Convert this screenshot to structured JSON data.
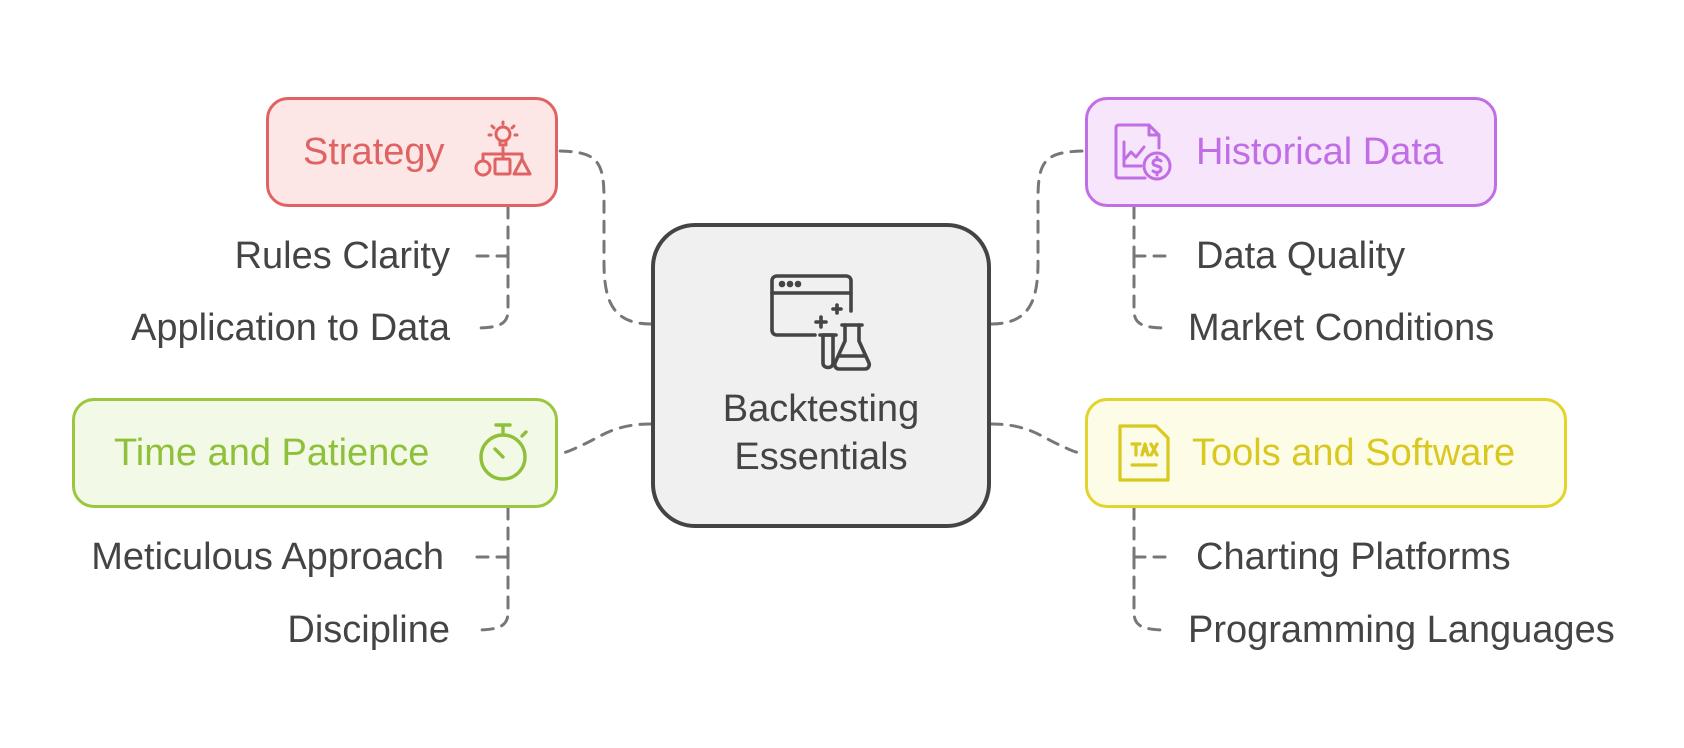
{
  "center": {
    "title_line1": "Backtesting",
    "title_line2": "Essentials",
    "icon": "browser-flask-icon"
  },
  "branches": {
    "strategy": {
      "title": "Strategy",
      "icon": "idea-shapes-icon",
      "color": "#e06363",
      "fill": "#fde6e6",
      "items": [
        "Rules Clarity",
        "Application to Data"
      ]
    },
    "historical_data": {
      "title": "Historical Data",
      "icon": "chart-document-dollar-icon",
      "color": "#c16ee6",
      "fill": "#f6e5fb",
      "items": [
        "Data Quality",
        "Market Conditions"
      ]
    },
    "time_and_patience": {
      "title": "Time and Patience",
      "icon": "stopwatch-icon",
      "color": "#9bc63e",
      "fill": "#f2f9e6",
      "items": [
        "Meticulous Approach",
        "Discipline"
      ]
    },
    "tools_and_software": {
      "title": "Tools and Software",
      "icon": "tax-document-icon",
      "color": "#e2d42c",
      "fill": "#fdfce6",
      "items": [
        "Charting Platforms",
        "Programming Languages"
      ]
    }
  },
  "connector_color": "#777777"
}
